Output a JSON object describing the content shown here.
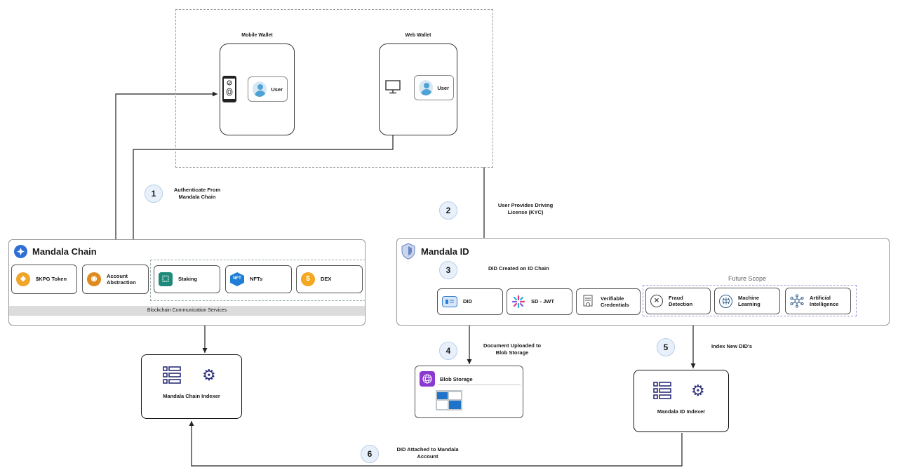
{
  "wallets": {
    "mobile": {
      "title": "Mobile Wallet",
      "user_label": "User"
    },
    "web": {
      "title": "Web Wallet",
      "user_label": "User"
    }
  },
  "steps": [
    {
      "number": "1",
      "text_line1": "Authenticate From",
      "text_line2": "Mandala Chain"
    },
    {
      "number": "2",
      "text_line1": "User Provides Driving",
      "text_line2": "License (KYC)"
    },
    {
      "number": "3",
      "text_line1": "DID Created on ID Chain",
      "text_line2": ""
    },
    {
      "number": "4",
      "text_line1": "Document Uploaded to",
      "text_line2": "Blob Storage"
    },
    {
      "number": "5",
      "text_line1": "Index New DID's",
      "text_line2": ""
    },
    {
      "number": "6",
      "text_line1": "DID Attached to Mandala",
      "text_line2": "Account"
    }
  ],
  "mandala_chain": {
    "title": "Mandala Chain",
    "cards": [
      {
        "label_line1": "$KPG  Token",
        "label_line2": "",
        "icon": "token-icon",
        "color": "#f0a52a"
      },
      {
        "label_line1": "Account",
        "label_line2": "Abstraction",
        "icon": "account-abstraction-icon",
        "color": "#e08a1e"
      },
      {
        "label_line1": "Staking",
        "label_line2": "",
        "icon": "staking-icon",
        "color": "#1f8a7a"
      },
      {
        "label_line1": "NFTs",
        "label_line2": "",
        "icon": "nft-icon",
        "color": "#1f7fd6"
      },
      {
        "label_line1": "DEX",
        "label_line2": "",
        "icon": "dex-icon",
        "color": "#f2a81f"
      }
    ],
    "services_bar": "Blockchain Communication Services"
  },
  "mandala_id": {
    "title": "Mandala ID",
    "future_scope": "Future Scope",
    "cards": [
      {
        "label_line1": "DID",
        "label_line2": "",
        "icon": "did-card-icon",
        "color": "#2f7fd6"
      },
      {
        "label_line1": "SD - JWT",
        "label_line2": "",
        "icon": "sd-jwt-icon",
        "color": "#e0387a"
      },
      {
        "label_line1": "Verifiable",
        "label_line2": "Credentials",
        "icon": "certificate-icon",
        "color": "#555555"
      },
      {
        "label_line1": "Fraud",
        "label_line2": "Detection",
        "icon": "fraud-detection-icon",
        "color": "#2aa8c8"
      },
      {
        "label_line1": "Machine",
        "label_line2": "Learning",
        "icon": "brain-icon",
        "color": "#2a5a8a"
      },
      {
        "label_line1": "Artificial",
        "label_line2": "Intelligence",
        "icon": "ai-network-icon",
        "color": "#2a5a8a"
      }
    ]
  },
  "blob_storage": {
    "title": "Blob Storage"
  },
  "indexers": {
    "chain": {
      "label": "Mandala Chain Indexer"
    },
    "id": {
      "label": "Mandala ID  Indexer"
    }
  },
  "colors": {
    "indexer_icon": "#2b2f7a",
    "step_fill": "#e8f1fb",
    "dash": "#9a9a9a",
    "future_dash": "#9b9bd6"
  }
}
